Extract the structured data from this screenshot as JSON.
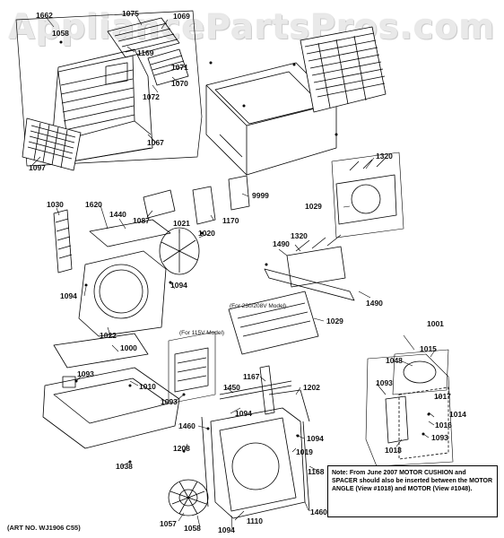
{
  "watermark": "AppliancePartsPros.com",
  "art_number": "(ART NO. WJ1906 C55)",
  "note": "Note: From June 2007 MOTOR CUSHION and SPACER should also be inserted between the MOTOR ANGLE (View #1018) and MOTOR (View #1048).",
  "model_notes": {
    "v230": "(For 230/208V Model)",
    "v115": "(For 115V Model)"
  },
  "labels": {
    "p1662": "1662",
    "p1058": "1058",
    "p1075": "1075",
    "p1069": "1069",
    "p1169": "1169",
    "p1071": "1071",
    "p1070": "1070",
    "p1072": "1072",
    "p1067": "1067",
    "p1097": "1097",
    "p9999": "9999",
    "p1320a": "1320",
    "p1029a": "1029",
    "p1030": "1030",
    "p1620": "1620",
    "p1440": "1440",
    "p1087": "1087",
    "p1021": "1021",
    "p1170": "1170",
    "p1020": "1020",
    "p1490a": "1490",
    "p1320b": "1320",
    "p1094a": "1094",
    "p1094b": "1094",
    "p1490b": "1490",
    "p1022": "1022",
    "p1029b": "1029",
    "p1000": "1000",
    "p1001": "1001",
    "p1015": "1015",
    "p1048": "1048",
    "p1093a": "1093",
    "p1010": "1010",
    "p1093b": "1093",
    "p1167": "1167",
    "p1450": "1450",
    "p1202": "1202",
    "p1093c": "1093",
    "p1017": "1017",
    "p1014": "1014",
    "p1016": "1016",
    "p1460a": "1460",
    "p1094c": "1094",
    "p1094d": "1094",
    "p1019": "1019",
    "p1018": "1018",
    "p1093d": "1093",
    "p1208": "1208",
    "p1038": "1038",
    "p1168": "1168",
    "p1057": "1057",
    "p1058b": "1058",
    "p1094e": "1094",
    "p1110": "1110",
    "p1460b": "1460"
  }
}
